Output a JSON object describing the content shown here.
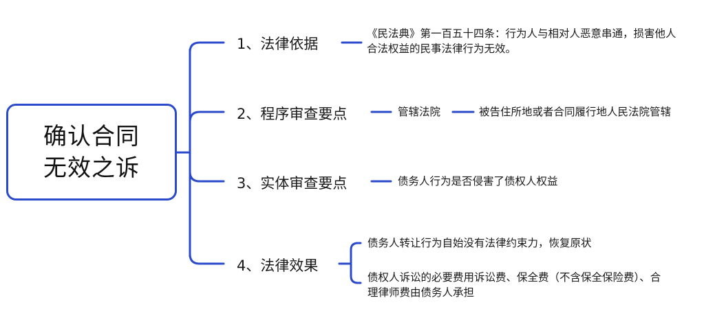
{
  "colors": {
    "line": "#2b4acb",
    "text": "#1a1a1a",
    "background": "#ffffff"
  },
  "root": {
    "line1": "确认合同",
    "line2": "无效之诉"
  },
  "branches": [
    {
      "label": "1、法律依据",
      "children": [
        {
          "lines": [
            "《民法典》第一百五十四条：行为人与相对人恶意串通，损害他人",
            "合法权益的民事法律行为无效。"
          ]
        }
      ]
    },
    {
      "label": "2、程序审查要点",
      "children": [
        {
          "label": "管辖法院",
          "children": [
            {
              "label": "被告住所地或者合同履行地人民法院管辖"
            }
          ]
        }
      ]
    },
    {
      "label": "3、实体审查要点",
      "children": [
        {
          "label": "债务人行为是否侵害了债权人权益"
        }
      ]
    },
    {
      "label": "4、法律效果",
      "children": [
        {
          "lines": [
            "债务人转让行为自始没有法律约束力，恢复原状"
          ]
        },
        {
          "lines": [
            "债权人诉讼的必要费用诉讼费、保全费（不含保全保险费）、合",
            "理律师费由债务人承担"
          ]
        }
      ]
    }
  ]
}
